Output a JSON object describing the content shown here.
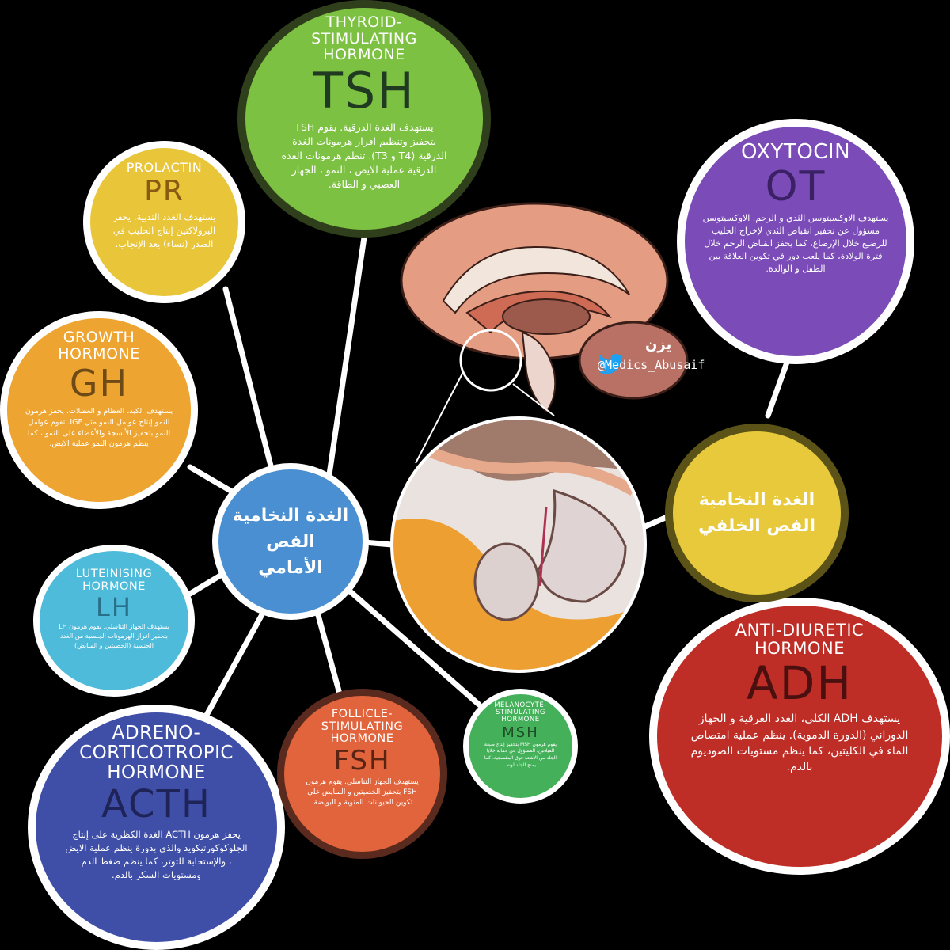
{
  "anterior_lobe": {
    "label": "الغدة النخامية الفص الأمامي",
    "color": "#4a8fd1"
  },
  "posterior_lobe": {
    "label": "الغدة النخامية الفص الخلفي",
    "color": "#e7c93b"
  },
  "credit": {
    "name": "يزن",
    "handle": "@Medics_Abusaif",
    "icon": "twitter-bird-icon"
  },
  "hormones": {
    "tsh": {
      "title": "THYROID-\nSTIMULATING\nHORMONE",
      "abbr": "TSH",
      "desc": "يستهدف الغدة الدرقية. يقوم TSH بتحفيز وتنظيم افراز هرمونات الغدة الدرقية (T4 و T3). تنظم هرمونات الغدة الدرقية عملية الايض ، النمو ، الجهاز العصبي و الطاقة.",
      "color": "#7dc143"
    },
    "prolactin": {
      "title": "PROLACTIN",
      "abbr": "PR",
      "desc": "يستهدف الغدد الثديية. يحفز البرولاكتين إنتاج الحليب في الصدر (نساء) بعد الإنجاب.",
      "color": "#e9c53a"
    },
    "growth": {
      "title": "GROWTH\nHORMONE",
      "abbr": "GH",
      "desc": "يستهدف الكبد، العظام و العضلات. يحفز هرمون النمو إنتاج عوامل النمو مثل IGF. تقوم عوامل النمو بتحفيز الأنسجة والأعضاء على النمو ، كما ينظم هرمون النمو عملية الايض.",
      "color": "#eea431"
    },
    "lh": {
      "title": "LUTEINISING\nHORMONE",
      "abbr": "LH",
      "desc": "يستهدف الجهاز التناسلي. يقوم هرمون LH بتحفيز افراز الهرمونات الجنسية من الغدد الجنسية (الخصيتين و المبايض)",
      "color": "#4dbbd9"
    },
    "acth": {
      "title": "ADRENO-\nCORTICOTROPIC\nHORMONE",
      "abbr": "ACTH",
      "desc": "يحفز هرمون ACTH الغدة الكظرية على إنتاج الجلوكوكورتيكويد والذي بدورة ينظم عملية الايض ، والإستجابة للتوتر، كما ينظم ضغط الدم ومستويات السكر بالدم.",
      "color": "#3f4fa8"
    },
    "fsh": {
      "title": "FOLLICLE-\nSTIMULATING\nHORMONE",
      "abbr": "FSH",
      "desc": "يستهدف الجهاز التناسلي. يقوم هرمون FSH بتحفيز الخصيتين و المبايض على تكوين الحيوانات المنوية و البويضة.",
      "color": "#e2643c"
    },
    "msh": {
      "title": "MELANOCYTE-\nSTIMULATING\nHORMONE",
      "abbr": "MSH",
      "desc": "يقوم هرمون MSH بتحفيز إنتاج صبغة الميلانين، المسؤول عن حماية خلايا الجلد من الأشعة فوق البنفسجية، كما يمنح الجلد لونه.",
      "color": "#44b15a"
    },
    "oxytocin": {
      "title": "OXYTOCIN",
      "abbr": "OT",
      "desc": "يستهدف الاوكسيتوسن الثدي و الرحم. الاوكسيتوسن مسؤول عن تحفيز انقباض الثدي لإخراج الحليب للرضيع خلال الإرضاع، كما يحفز انقباض الرحم خلال فترة الولادة، كما يلعب دور في تكوين العلاقة بين الطفل و الوالدة.",
      "color": "#7b4cb8"
    },
    "adh": {
      "title": "ANTI-DIURETIC\nHORMONE",
      "abbr": "ADH",
      "desc": "يستهدف ADH الكلى، الغدد العرقية و الجهاز الدوراني (الدورة الدموية). ينظم عملية امتصاص الماء في الكليتين، كما ينظم مستويات الصوديوم بالدم.",
      "color": "#be2d26"
    }
  }
}
